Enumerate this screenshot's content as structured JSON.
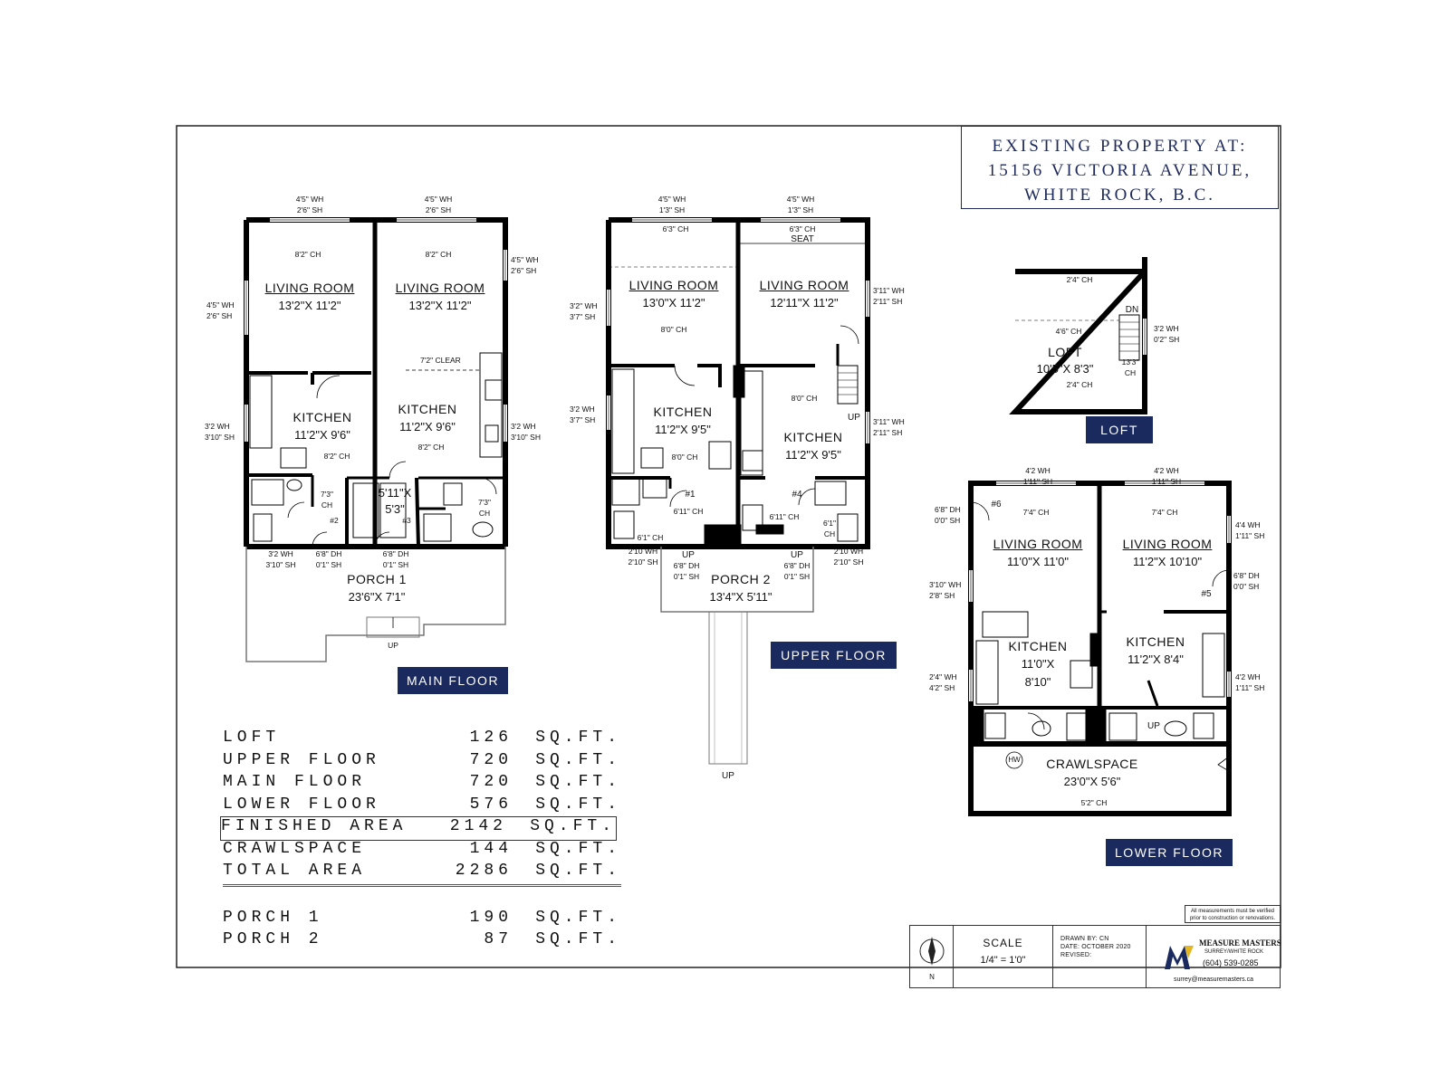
{
  "header": {
    "line1": "EXISTING PROPERTY AT:",
    "line2": "15156 VICTORIA AVENUE,",
    "line3": "WHITE ROCK, B.C."
  },
  "floors": {
    "main": {
      "badge": "MAIN FLOOR",
      "rooms": {
        "living_left": {
          "name": "LIVING ROOM",
          "size": "13'2\"X  11'2\"",
          "ch": "8'2\"  CH"
        },
        "living_right": {
          "name": "LIVING ROOM",
          "size": "13'2\"X  11'2\"",
          "ch": "8'2\"  CH"
        },
        "kitchen_left": {
          "name": "KITCHEN",
          "size": "11'2\"X  9'6\"",
          "ch": "8'2\"  CH"
        },
        "kitchen_right": {
          "name": "KITCHEN",
          "size": "11'2\"X  9'6\"",
          "ch": "8'2\"  CH"
        },
        "closet": {
          "size": "5'11\"X",
          "size2": "5'3\""
        },
        "porch": {
          "name": "PORCH  1",
          "size": "23'6\"X  7'1\""
        }
      },
      "labels": {
        "clear": "7'2\"  CLEAR",
        "win_top_left": "4'5\"  WH",
        "win_top_left_sh": "2'6\"  SH",
        "win_top_right": "4'5\"  WH",
        "win_top_right_sh": "2'6\"  SH",
        "win_left": "4'5\"  WH",
        "win_left_sh": "2'6\"  SH",
        "win_right": "4'5\"  WH",
        "win_right_sh": "2'6\"  SH",
        "win_kl": "3'2  WH",
        "win_kl_sh": "3'10\"  SH",
        "win_kr": "3'2  WH",
        "win_kr_sh": "3'10\"  SH",
        "bath_ch_l": "7'3\"",
        "bath_ch_l2": "CH",
        "bath_ch_r": "7'3\"",
        "bath_ch_r2": "CH",
        "door2": "#2",
        "door3": "#3",
        "bottom_wh": "3'2  WH",
        "bottom_sh": "3'10\"  SH",
        "dh1": "6'8\"  DH",
        "dh1_sh": "0'1\"  SH",
        "dh2": "6'8\"  DH",
        "dh2_sh": "0'1\"  SH",
        "up": "UP"
      }
    },
    "upper": {
      "badge": "UPPER FLOOR",
      "rooms": {
        "living_left": {
          "name": "LIVING ROOM",
          "size": "13'0\"X  11'2\"",
          "ch": "8'0\"  CH"
        },
        "living_right": {
          "name": "LIVING ROOM",
          "size": "12'11\"X  11'2\""
        },
        "kitchen_left": {
          "name": "KITCHEN",
          "size": "11'2\"X  9'5\"",
          "ch": "8'0\"  CH"
        },
        "kitchen_right": {
          "name": "KITCHEN",
          "size": "11'2\"X  9'5\"",
          "ch": "8'0\"  CH"
        },
        "porch": {
          "name": "PORCH  2",
          "size": "13'4\"X  5'11\""
        }
      },
      "labels": {
        "win_tl": "4'5\"  WH",
        "win_tl_sh": "1'3\"  SH",
        "win_tr": "4'5\"  WH",
        "win_tr_sh": "1'3\"  SH",
        "ch_tl": "6'3\"  CH",
        "ch_tr": "6'3\"  CH",
        "seat": "SEAT",
        "win_l": "3'2\"  WH",
        "win_l_sh": "3'7\"  SH",
        "win_r": "3'11\"  WH",
        "win_r_sh": "2'11\"  SH",
        "win_kl": "3'2  WH",
        "win_kl_sh": "3'7\"  SH",
        "win_kr": "3'11\"  WH",
        "win_kr_sh": "2'11\"  SH",
        "door1": "#1",
        "door4": "#4",
        "ch_b1": "6'11\"  CH",
        "ch_b2": "6'11\"  CH",
        "ch_b3": "6'1\"  CH",
        "ch_b4": "6'1\"",
        "ch_b4b": "CH",
        "up1": "UP",
        "up2": "UP",
        "up3": "UP",
        "up_stair": "UP",
        "bwh1": "2'10  WH",
        "bsh1": "2'10\"  SH",
        "bwh2": "2'10  WH",
        "bsh2": "2'10\"  SH",
        "dh1": "6'8\"  DH",
        "dh1_sh": "0'1\"  SH",
        "dh2": "6'8\"  DH",
        "dh2_sh": "0'1\"  SH"
      }
    },
    "loft": {
      "badge": "LOFT",
      "name": "LOFT",
      "size": "10'5\"X  8'3\"",
      "ch_top": "2'4\"  CH",
      "ch_mid": "4'6\"  CH",
      "ch_bot": "2'4\"  CH",
      "ch_side": "13'3\"",
      "ch_side2": "CH",
      "dn": "DN",
      "win": "3'2  WH",
      "win_sh": "0'2\"  SH"
    },
    "lower": {
      "badge": "LOWER FLOOR",
      "rooms": {
        "living_left": {
          "name": "LIVING ROOM",
          "size": "11'0\"X  11'0\"",
          "ch": "7'4\"  CH"
        },
        "living_right": {
          "name": "LIVING ROOM",
          "size": "11'2\"X  10'10\"",
          "ch": "7'4\"  CH"
        },
        "kitchen_left": {
          "name": "KITCHEN",
          "size": "11'0\"X",
          "size2": "8'10\""
        },
        "kitchen_right": {
          "name": "KITCHEN",
          "size": "11'2\"X  8'4\""
        },
        "crawl": {
          "name": "CRAWLSPACE",
          "size": "23'0\"X  5'6\"",
          "ch": "5'2\"  CH"
        }
      },
      "labels": {
        "win_tl": "4'2  WH",
        "win_tl_sh": "1'11\"  SH",
        "win_tr": "4'2  WH",
        "win_tr_sh": "1'11\"  SH",
        "dh_l": "6'8\"  DH",
        "dh_l_sh": "0'0\"  SH",
        "door6": "#6",
        "door5": "#5",
        "win_l": "3'10\"  WH",
        "win_l_sh": "2'8\"  SH",
        "win_r": "4'4  WH",
        "win_r_sh": "1'11\"  SH",
        "dh_r": "6'8\"  DH",
        "dh_r_sh": "0'0\"  SH",
        "win_kl": "2'4\"  WH",
        "win_kl_sh": "4'2\"  SH",
        "win_kr": "4'2  WH",
        "win_kr_sh": "1'11\"  SH",
        "hw": "HW",
        "up": "UP"
      }
    }
  },
  "areas": [
    {
      "label": "LOFT",
      "value": "126",
      "unit": "SQ.FT."
    },
    {
      "label": "UPPER FLOOR",
      "value": "720",
      "unit": "SQ.FT."
    },
    {
      "label": "MAIN FLOOR",
      "value": "720",
      "unit": "SQ.FT."
    },
    {
      "label": "LOWER FLOOR",
      "value": "576",
      "unit": "SQ.FT."
    },
    {
      "label": "FINISHED AREA",
      "value": "2142",
      "unit": "SQ.FT."
    },
    {
      "label": "CRAWLSPACE",
      "value": "144",
      "unit": "SQ.FT."
    },
    {
      "label": "TOTAL AREA",
      "value": "2286",
      "unit": "SQ.FT."
    }
  ],
  "porches": [
    {
      "label": "PORCH 1",
      "value": "190",
      "unit": "SQ.FT."
    },
    {
      "label": "PORCH 2",
      "value": "87",
      "unit": "SQ.FT."
    }
  ],
  "footer": {
    "north": "N",
    "scale_label": "SCALE",
    "scale_value": "1/4\" = 1'0\"",
    "drawn_by": "DRAWN BY: CN",
    "date": "DATE: OCTOBER 2020",
    "revised": "REVISED:",
    "company": "MEASURE MASTERS",
    "company_sub": "SURREY/WHITE ROCK",
    "phone": "(604) 539-0285",
    "email": "surrey@measuremasters.ca",
    "note1": "All measurements must be verified",
    "note2": "prior to construction or renovations."
  },
  "colors": {
    "navy": "#1a2a5e",
    "wall": "#000000"
  }
}
